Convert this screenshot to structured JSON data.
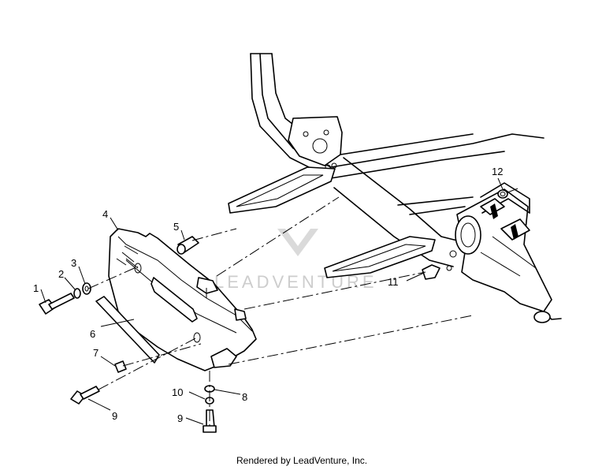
{
  "diagram": {
    "callouts": [
      {
        "id": "1",
        "label": "1"
      },
      {
        "id": "2",
        "label": "2"
      },
      {
        "id": "3",
        "label": "3"
      },
      {
        "id": "4",
        "label": "4"
      },
      {
        "id": "5",
        "label": "5"
      },
      {
        "id": "6",
        "label": "6"
      },
      {
        "id": "7",
        "label": "7"
      },
      {
        "id": "8",
        "label": "8"
      },
      {
        "id": "9a",
        "label": "9"
      },
      {
        "id": "9b",
        "label": "9"
      },
      {
        "id": "10",
        "label": "10"
      },
      {
        "id": "11",
        "label": "11"
      },
      {
        "id": "12",
        "label": "12"
      }
    ],
    "credit": "Rendered by LeadVenture, Inc.",
    "watermark": "LEADVENTURE"
  }
}
